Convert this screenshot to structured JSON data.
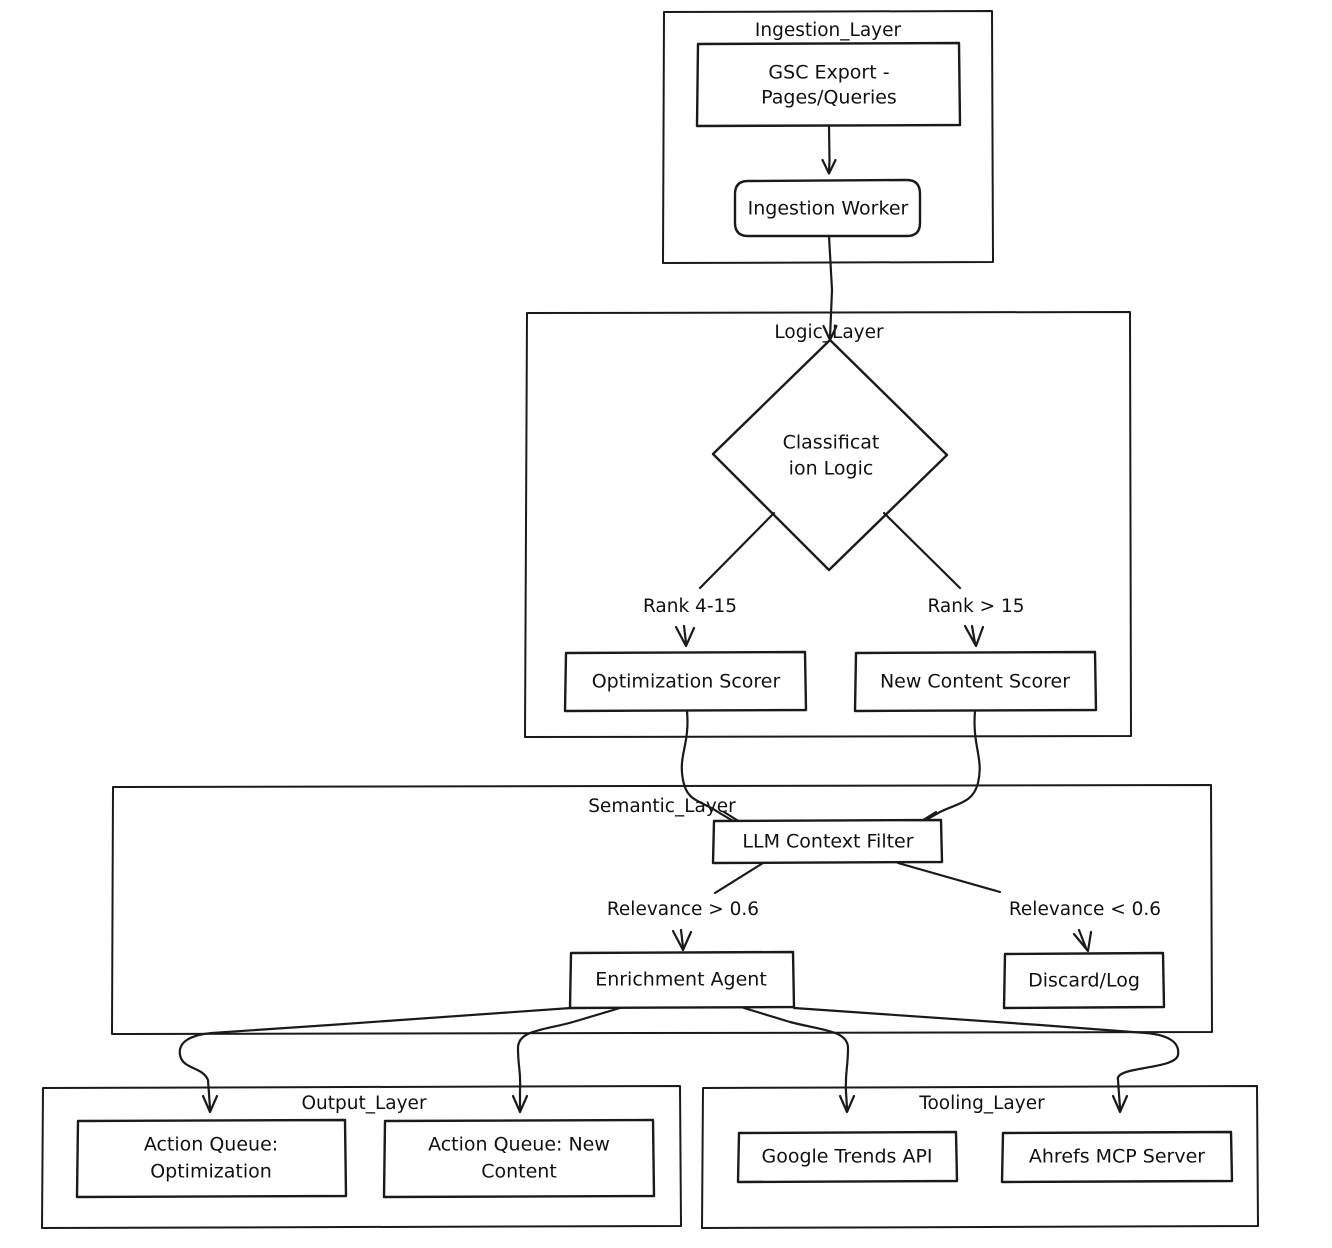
{
  "diagram": {
    "type": "flowchart",
    "direction": "top-down",
    "title": "",
    "style": "hand-drawn sketch",
    "background_color": "#ffffff",
    "stroke_color": "#1a1a1a",
    "node_fill": "#ffffff"
  },
  "clusters": [
    {
      "id": "ingestion",
      "label": "Ingestion_Layer"
    },
    {
      "id": "logic",
      "label": "Logic_Layer"
    },
    {
      "id": "semantic",
      "label": "Semantic_Layer"
    },
    {
      "id": "output",
      "label": "Output_Layer"
    },
    {
      "id": "tooling",
      "label": "Tooling_Layer"
    }
  ],
  "nodes": {
    "gsc_export": {
      "label_line1": "GSC Export -",
      "label_line2": "Pages/Queries",
      "shape": "rectangle",
      "cluster": "ingestion"
    },
    "ingestion_worker": {
      "label": "Ingestion Worker",
      "shape": "rounded-rectangle",
      "cluster": "ingestion"
    },
    "classification_logic": {
      "label_line1": "Classificat",
      "label_line2": "ion Logic",
      "shape": "diamond",
      "cluster": "logic"
    },
    "optimization_scorer": {
      "label": "Optimization Scorer",
      "shape": "rectangle",
      "cluster": "logic"
    },
    "new_content_scorer": {
      "label": "New Content Scorer",
      "shape": "rectangle",
      "cluster": "logic"
    },
    "llm_context_filter": {
      "label": "LLM Context Filter",
      "shape": "rectangle",
      "cluster": "semantic"
    },
    "enrichment_agent": {
      "label": "Enrichment Agent",
      "shape": "rectangle",
      "cluster": "semantic"
    },
    "discard_log": {
      "label": "Discard/Log",
      "shape": "rectangle",
      "cluster": "semantic"
    },
    "action_queue_optimization": {
      "label_line1": "Action Queue:",
      "label_line2": "Optimization",
      "shape": "rectangle",
      "cluster": "output"
    },
    "action_queue_new_content": {
      "label_line1": "Action Queue: New",
      "label_line2": "Content",
      "shape": "rectangle",
      "cluster": "output"
    },
    "google_trends_api": {
      "label": "Google Trends API",
      "shape": "rectangle",
      "cluster": "tooling"
    },
    "ahrefs_mcp_server": {
      "label": "Ahrefs MCP Server",
      "shape": "rectangle",
      "cluster": "tooling"
    }
  },
  "edges": [
    {
      "from": "gsc_export",
      "to": "ingestion_worker",
      "label": ""
    },
    {
      "from": "ingestion_worker",
      "to": "classification_logic",
      "label": ""
    },
    {
      "from": "classification_logic",
      "to": "optimization_scorer",
      "label": "Rank 4-15"
    },
    {
      "from": "classification_logic",
      "to": "new_content_scorer",
      "label": "Rank > 15"
    },
    {
      "from": "optimization_scorer",
      "to": "llm_context_filter",
      "label": ""
    },
    {
      "from": "new_content_scorer",
      "to": "llm_context_filter",
      "label": ""
    },
    {
      "from": "llm_context_filter",
      "to": "enrichment_agent",
      "label": "Relevance > 0.6"
    },
    {
      "from": "llm_context_filter",
      "to": "discard_log",
      "label": "Relevance < 0.6"
    },
    {
      "from": "enrichment_agent",
      "to": "action_queue_optimization",
      "label": ""
    },
    {
      "from": "enrichment_agent",
      "to": "action_queue_new_content",
      "label": ""
    },
    {
      "from": "enrichment_agent",
      "to": "google_trends_api",
      "label": ""
    },
    {
      "from": "enrichment_agent",
      "to": "ahrefs_mcp_server",
      "label": ""
    }
  ],
  "edge_labels": {
    "rank_4_15": "Rank 4-15",
    "rank_gt_15": "Rank > 15",
    "relevance_gt": "Relevance > 0.6",
    "relevance_lt": "Relevance < 0.6"
  }
}
